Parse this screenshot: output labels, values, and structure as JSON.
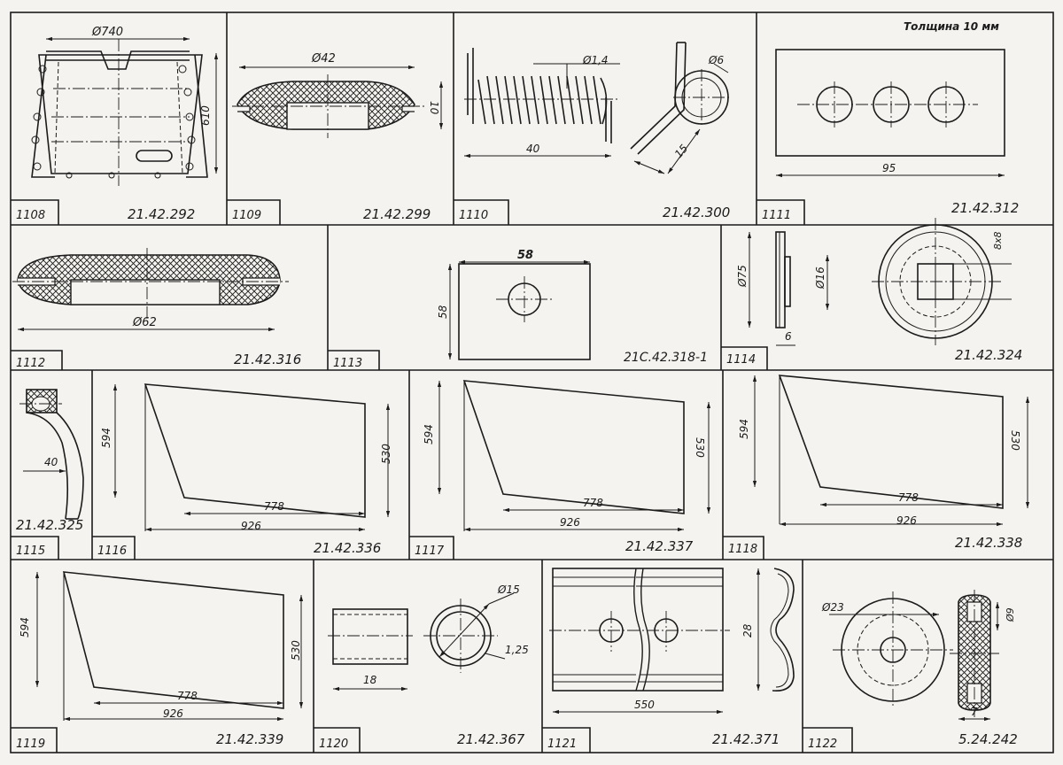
{
  "sheet": {
    "parts": [
      {
        "num": "1108",
        "code": "21.42.292",
        "dims": [
          "Ø740",
          "610"
        ]
      },
      {
        "num": "1109",
        "code": "21.42.299",
        "dims": [
          "Ø42",
          "10"
        ]
      },
      {
        "num": "1110",
        "code": "21.42.300",
        "dims": [
          "Ø1,4",
          "40",
          "Ø6",
          "15"
        ]
      },
      {
        "num": "1111",
        "code": "21.42.312",
        "dims": [
          "95"
        ],
        "note": "Толщина 10 мм"
      },
      {
        "num": "1112",
        "code": "21.42.316",
        "dims": [
          "Ø62"
        ]
      },
      {
        "num": "1113",
        "code": "21С.42.318-1",
        "dims": [
          "58",
          "58"
        ]
      },
      {
        "num": "1114",
        "code": "21.42.324",
        "dims": [
          "Ø75",
          "Ø16",
          "6",
          "8x8"
        ]
      },
      {
        "num": "1115",
        "code": "21.42.325",
        "dims": [
          "40"
        ]
      },
      {
        "num": "1116",
        "code": "21.42.336",
        "dims": [
          "594",
          "530",
          "778",
          "926"
        ]
      },
      {
        "num": "1117",
        "code": "21.42.337",
        "dims": [
          "594",
          "530",
          "778",
          "926"
        ]
      },
      {
        "num": "1118",
        "code": "21.42.338",
        "dims": [
          "594",
          "530",
          "778",
          "926"
        ]
      },
      {
        "num": "1119",
        "code": "21.42.339",
        "dims": [
          "594",
          "530",
          "778",
          "926"
        ]
      },
      {
        "num": "1120",
        "code": "21.42.367",
        "dims": [
          "Ø15",
          "1,25",
          "18"
        ]
      },
      {
        "num": "1121",
        "code": "21.42.371",
        "dims": [
          "28",
          "550"
        ]
      },
      {
        "num": "1122",
        "code": "5.24.242",
        "dims": [
          "Ø23",
          "Ø9",
          "7"
        ]
      }
    ]
  }
}
